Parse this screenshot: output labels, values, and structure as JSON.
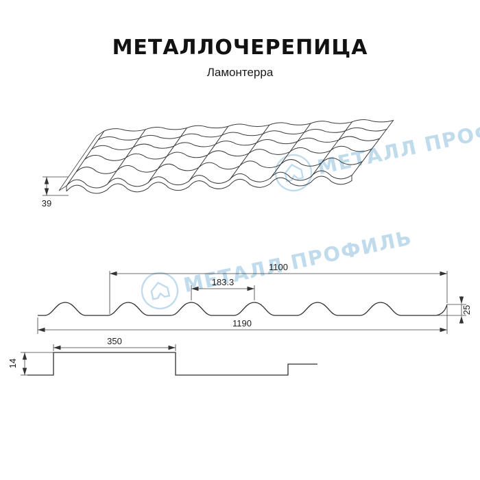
{
  "header": {
    "title": "МЕТАЛЛОЧЕРЕПИЦА",
    "subtitle": "Ламонтерра"
  },
  "watermark": {
    "text": "МЕТАЛЛ ПРОФИЛЬ",
    "color": "#b9d8ea"
  },
  "colors": {
    "line": "#3a3a3a",
    "text": "#1c1c1c"
  },
  "perspective_view": {
    "front_height": "39"
  },
  "cross_section": {
    "full_width": "1190",
    "working_width": "1100",
    "wave_pitch": "183.3",
    "profile_height": "25"
  },
  "step_profile": {
    "module_length": "350",
    "step_height": "14"
  }
}
